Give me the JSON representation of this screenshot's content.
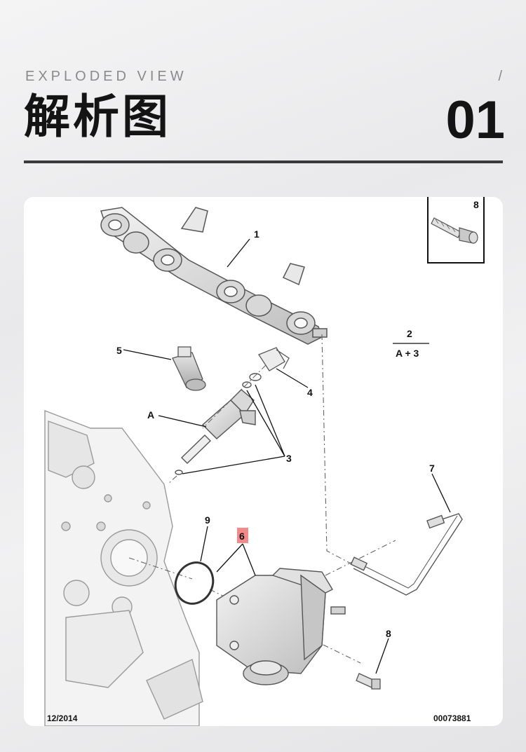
{
  "header": {
    "eyebrow": "EXPLODED VIEW",
    "slash": "/",
    "title": "解析图",
    "number": "01"
  },
  "diagram": {
    "labels": {
      "p1": "1",
      "p2": "2",
      "p2_note": "A + 3",
      "p3": "3",
      "p4": "4",
      "p5": "5",
      "pA": "A",
      "p6": "6",
      "p7": "7",
      "p8_inset": "8",
      "p8": "8",
      "p9": "9"
    },
    "highlight_color": "#f28a8a",
    "footer_left": "12/2014",
    "footer_right": "00073881"
  }
}
